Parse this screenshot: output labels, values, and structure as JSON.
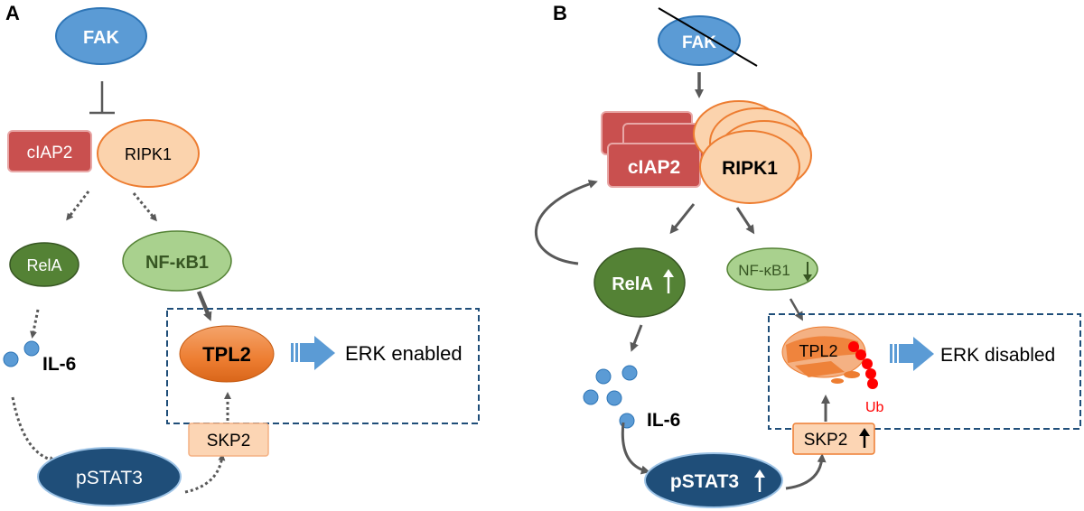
{
  "panel_a": {
    "label": "A",
    "fak": "FAK",
    "ciap2": "cIAP2",
    "ripk1": "RIPK1",
    "rela": "RelA",
    "nfkb1": "NF-κB1",
    "tpl2": "TPL2",
    "erk": "ERK enabled",
    "il6": "IL-6",
    "pstat3": "pSTAT3",
    "skp2": "SKP2"
  },
  "panel_b": {
    "label": "B",
    "fak": "FAK",
    "ciap2": "cIAP2",
    "ripk1": "RIPK1",
    "rela": "RelA",
    "nfkb1": "NF-κB1",
    "tpl2": "TPL2",
    "ub": "Ub",
    "erk": "ERK disabled",
    "il6": "IL-6",
    "pstat3": "pSTAT3",
    "skp2": "SKP2"
  },
  "colors": {
    "fak_blue": "#5b9bd5",
    "ciap2_red": "#c9504f",
    "ripk1_peach": "#fbd3ad",
    "rela_green": "#548235",
    "nfkb1_green": "#a9d18e",
    "tpl2_orange": "#ed7d31",
    "pstat3_navy": "#1f4e79",
    "skp2_peach": "#fcd5b4",
    "arrow_gray": "#595959",
    "ub_red": "#ff0000"
  }
}
